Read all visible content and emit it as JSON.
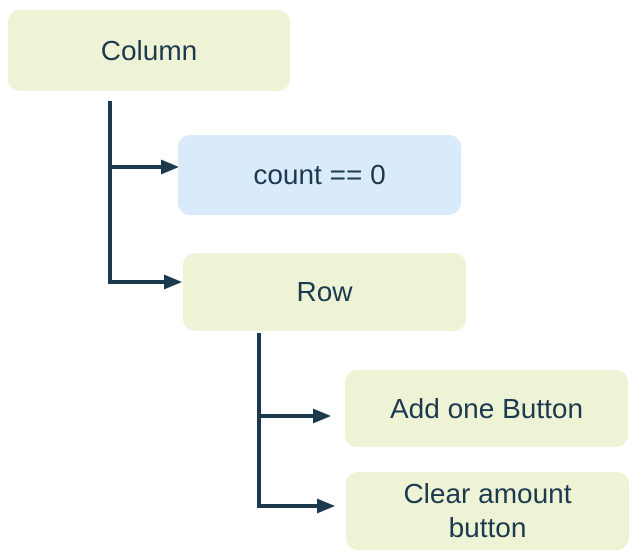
{
  "diagram": {
    "nodes": [
      {
        "id": "column",
        "label": "Column",
        "kind": "widget"
      },
      {
        "id": "condition",
        "label": "count == 0",
        "kind": "condition"
      },
      {
        "id": "row",
        "label": "Row",
        "kind": "widget"
      },
      {
        "id": "add-button",
        "label": "Add one Button",
        "kind": "widget"
      },
      {
        "id": "clear-button",
        "label": "Clear amount button",
        "kind": "widget"
      }
    ],
    "edges": [
      {
        "from": "column",
        "to": "condition"
      },
      {
        "from": "column",
        "to": "row"
      },
      {
        "from": "row",
        "to": "add-button"
      },
      {
        "from": "row",
        "to": "clear-button"
      }
    ],
    "colors": {
      "widget_box": "#eef3d5",
      "condition_box": "#d9eafb",
      "connector": "#1c3a4e",
      "text": "#1c3a4e",
      "background": "#ffffff"
    }
  }
}
